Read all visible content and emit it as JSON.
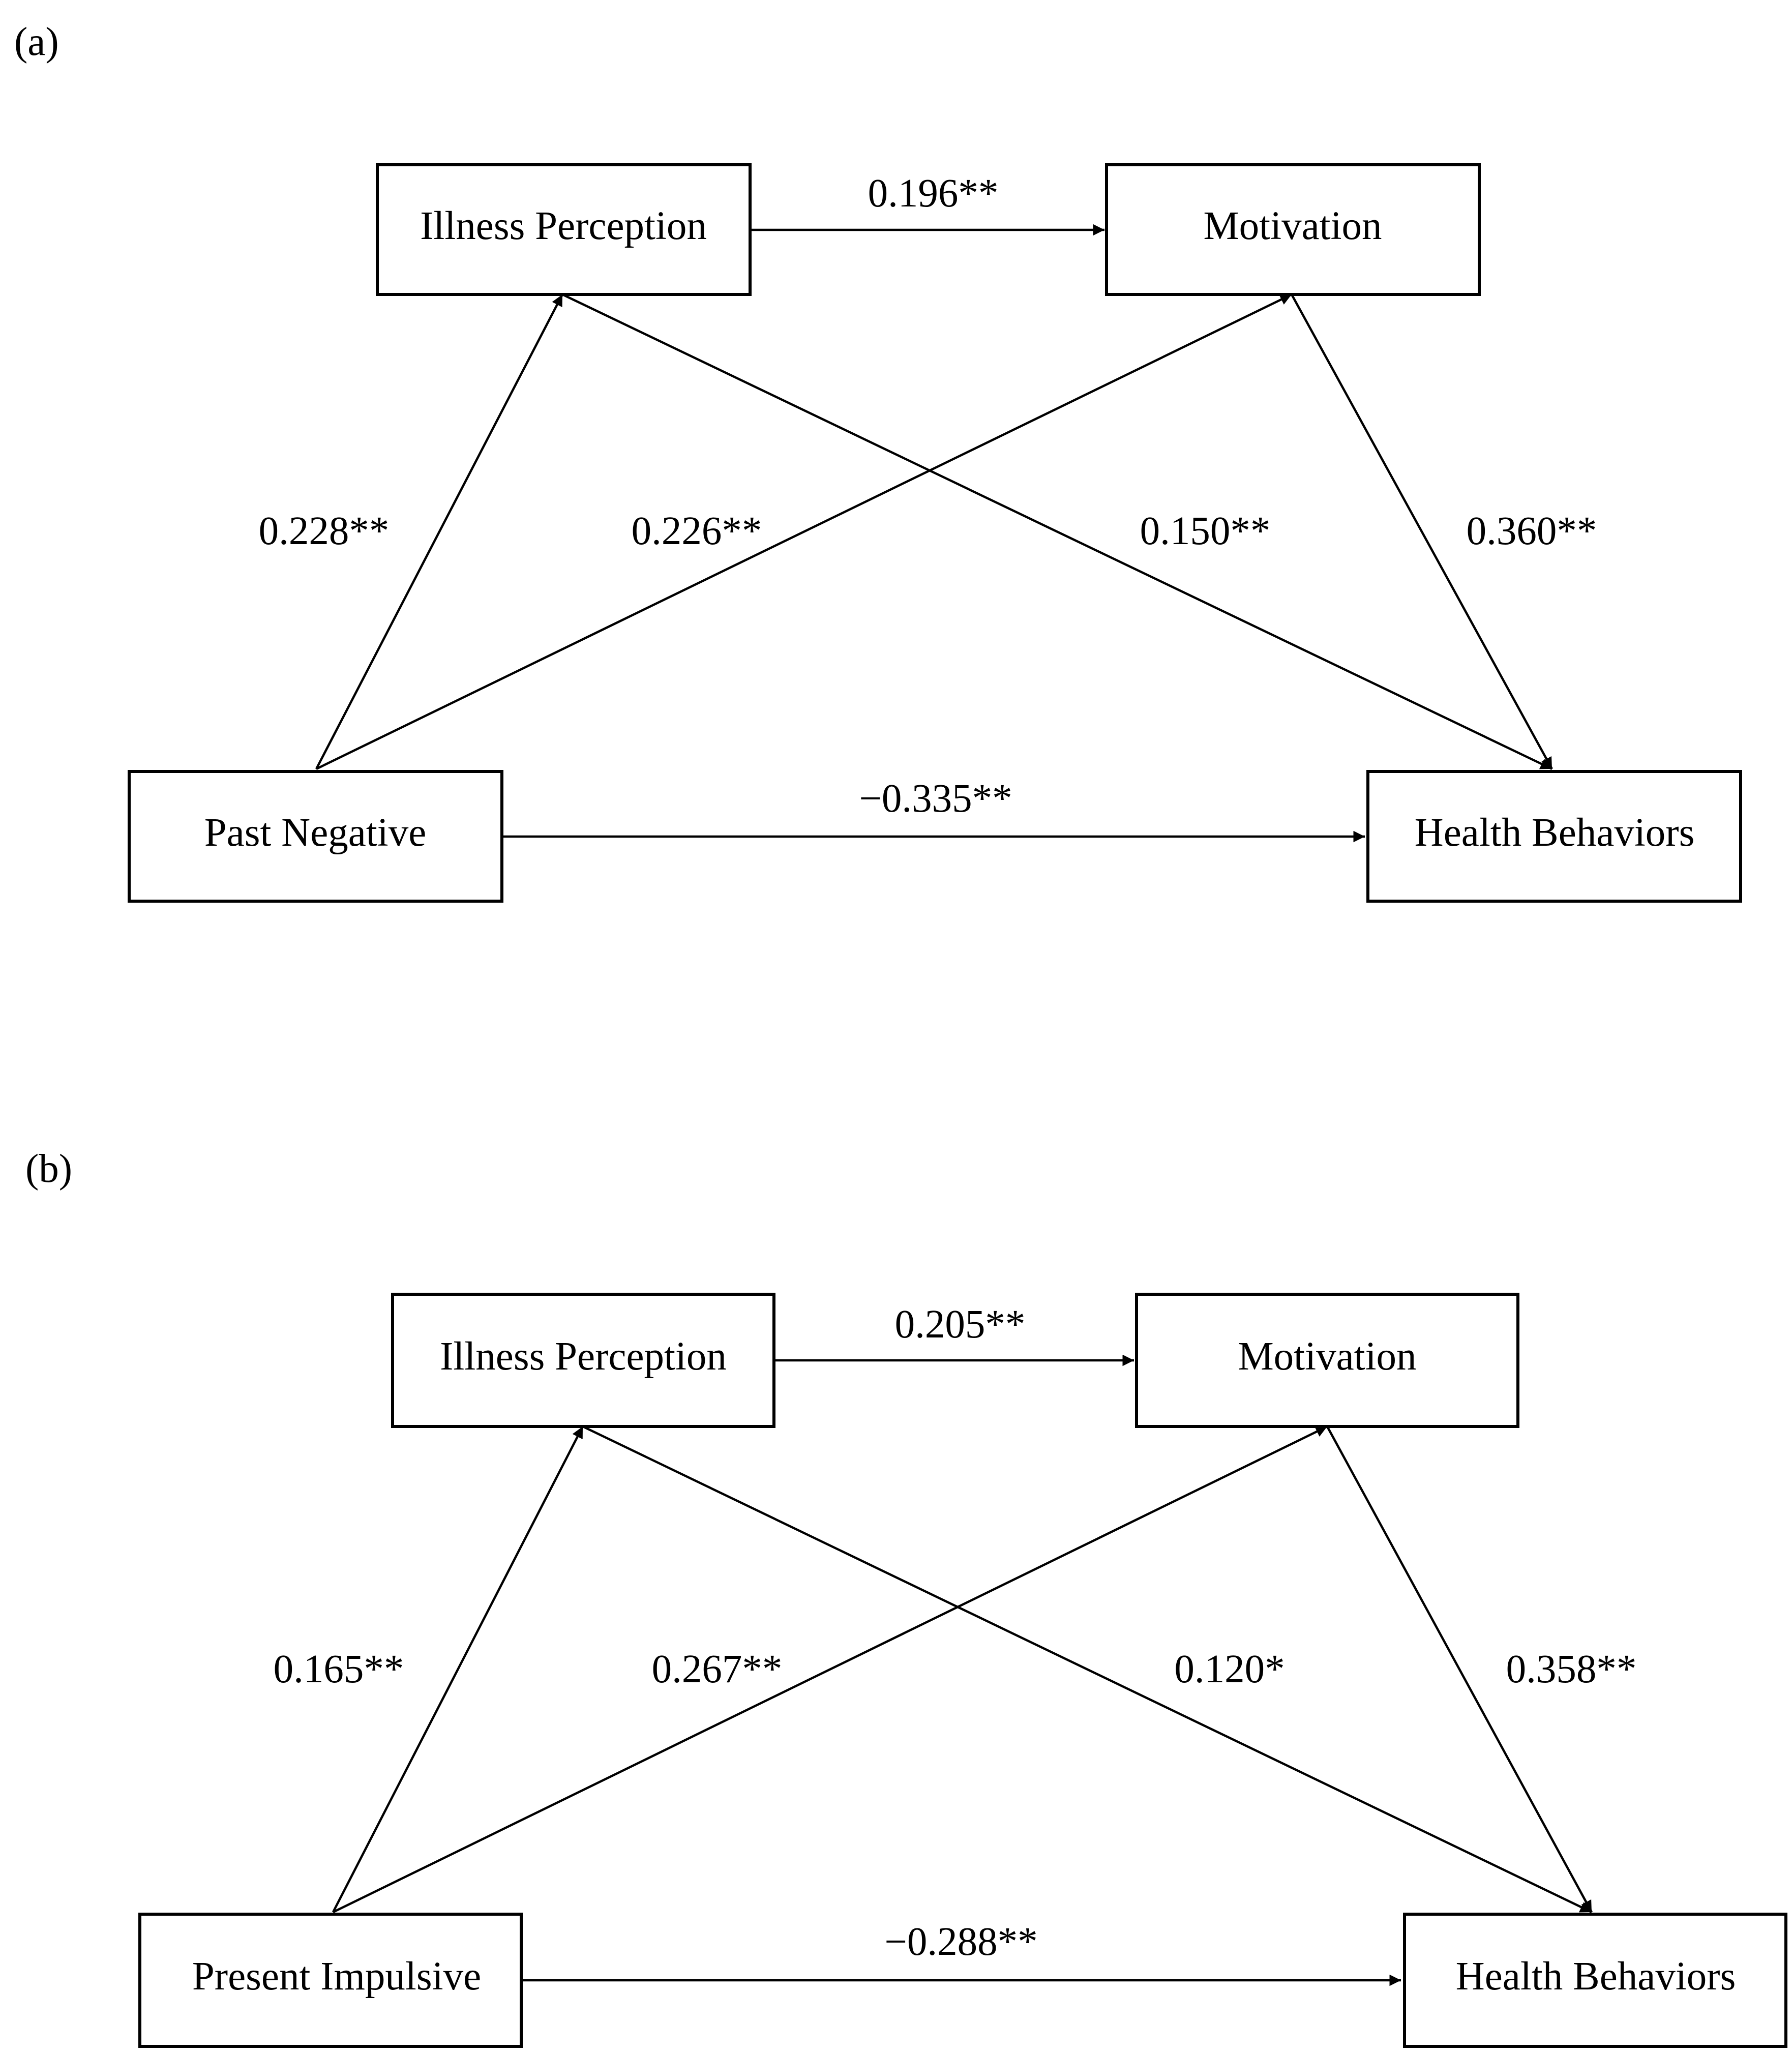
{
  "panels": [
    {
      "label": "(a)",
      "nodes": {
        "illness": "Illness Perception",
        "motivation": "Motivation",
        "predictor": "Past Negative",
        "health": "Health Behaviors"
      },
      "paths": {
        "illness_to_motivation": "0.196**",
        "predictor_to_illness": "0.228**",
        "predictor_to_motivation": "0.226**",
        "illness_to_health": "0.150**",
        "motivation_to_health": "0.360**",
        "predictor_to_health": "−0.335**"
      }
    },
    {
      "label": "(b)",
      "nodes": {
        "illness": "Illness Perception",
        "motivation": "Motivation",
        "predictor": "Present Impulsive",
        "health": "Health Behaviors"
      },
      "paths": {
        "illness_to_motivation": "0.205**",
        "predictor_to_illness": "0.165**",
        "predictor_to_motivation": "0.267**",
        "illness_to_health": "0.120*",
        "motivation_to_health": "0.358**",
        "predictor_to_health": "−0.288**"
      }
    }
  ]
}
